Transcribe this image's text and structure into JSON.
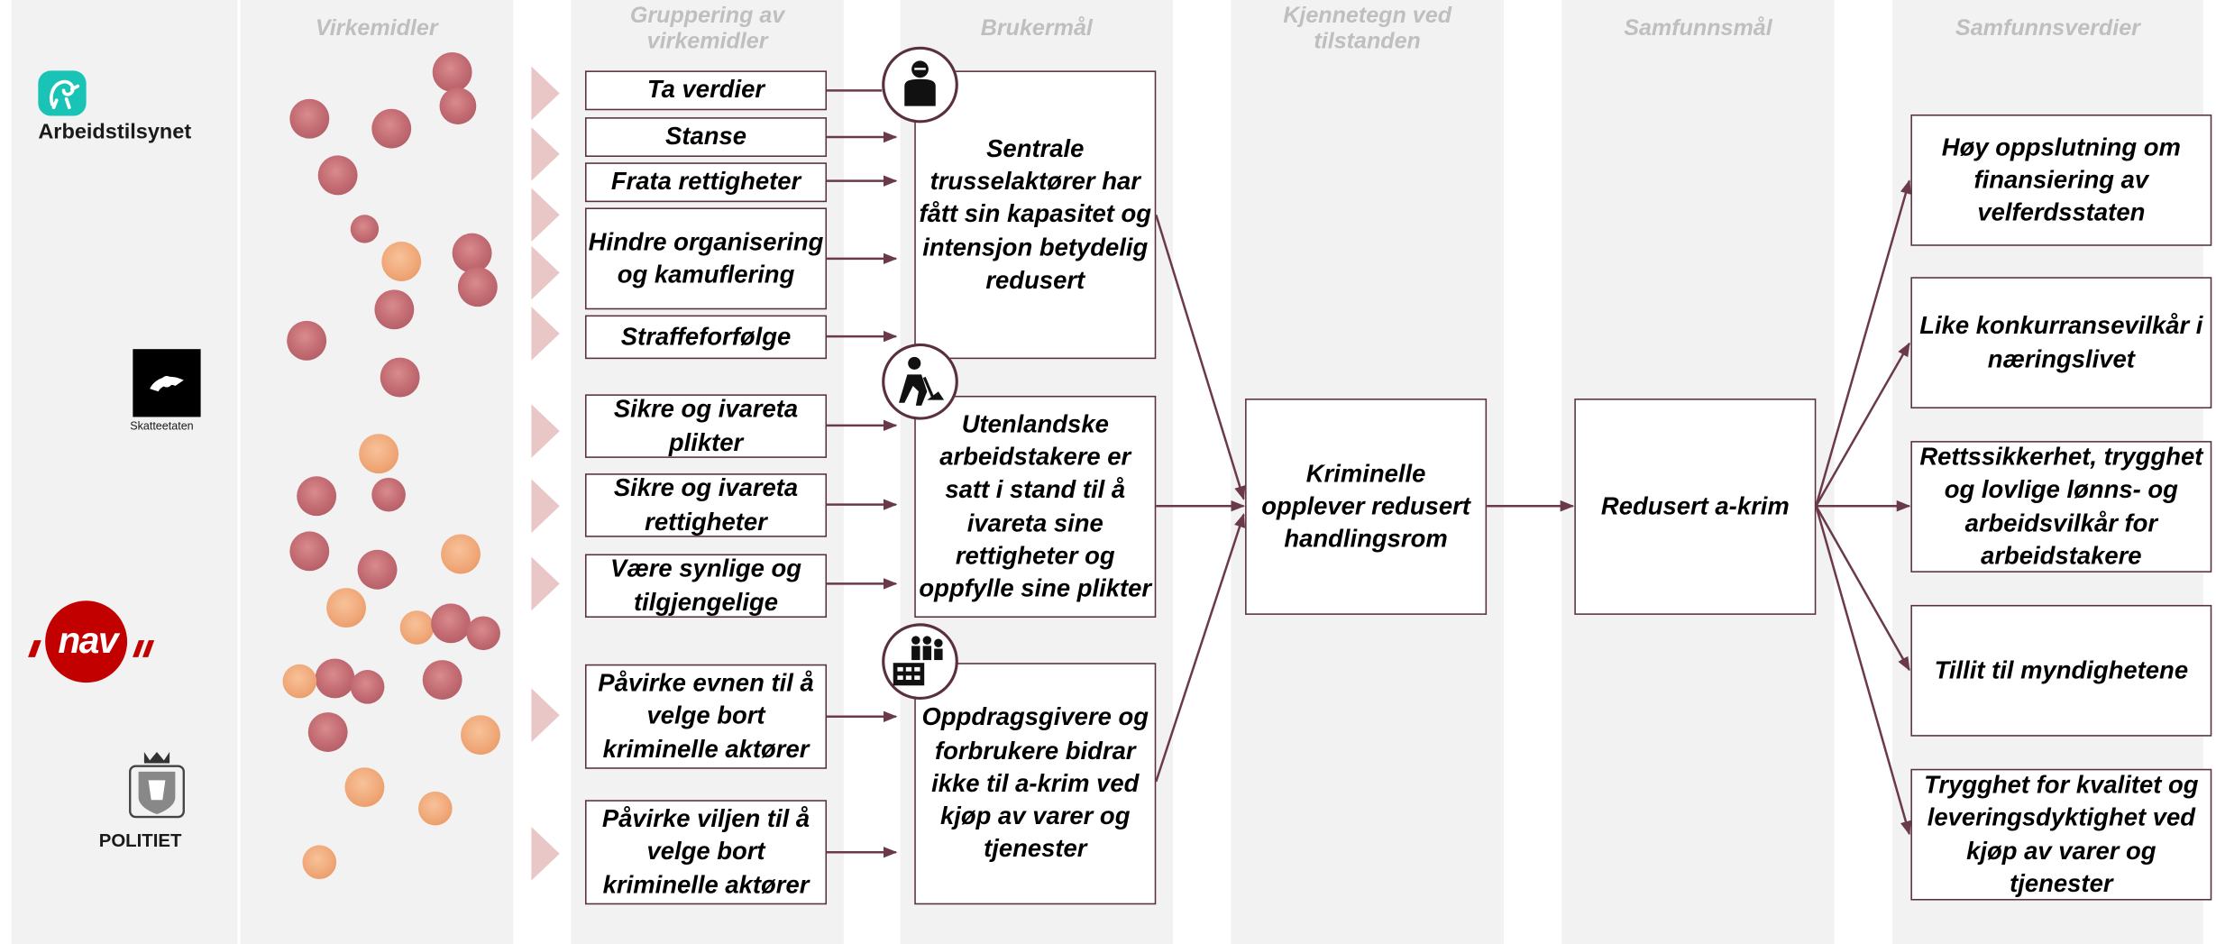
{
  "columns": {
    "virkemidler": "Virkemidler",
    "gruppering": "Gruppering av virkemidler",
    "brukermal": "Brukermål",
    "kjennetegn": "Kjennetegn ved tilstanden",
    "samfunnsmal": "Samfunnsmål",
    "samfunnsverdier": "Samfunnsverdier"
  },
  "logos": {
    "arbeidstilsynet": "Arbeidstilsynet",
    "skatteetaten": "Skatteetaten",
    "nav": "nav",
    "politiet": "POLITIET"
  },
  "groups": [
    "Ta verdier",
    "Stanse",
    "Frata rettigheter",
    "Hindre organisering og kamuflering",
    "Straffeforfølge",
    "Sikre og ivareta plikter",
    "Sikre og ivareta rettigheter",
    "Være synlige og tilgjengelige",
    "Påvirke evnen til å velge bort kriminelle aktører",
    "Påvirke viljen til å velge bort kriminelle aktører"
  ],
  "brukermal": [
    "Sentrale trusselaktører har fått sin kapasitet og intensjon betydelig redusert",
    "Utenlandske arbeidstakere er satt i stand til å ivareta sine rettigheter og oppfylle sine plikter",
    "Oppdragsgivere og forbrukere bidrar ikke til a-krim ved kjøp av varer og tjenester"
  ],
  "kjennetegn": "Kriminelle opplever redusert handlingsrom",
  "samfunnsmal": "Redusert a-krim",
  "samfunnsverdier": [
    "Høy oppslutning om finansiering av velferdsstaten",
    "Like konkurransevilkår i næringslivet",
    "Rettssikkerhet, trygghet og lovlige lønns- og arbeidsvilkår for arbeidstakere",
    "Tillit til myndighetene",
    "Trygghet for kvalitet og leveringsdyktighet ved kjøp av varer og tjenester"
  ],
  "colors": {
    "column_bg": "#f2f2f2",
    "header_text": "#bfbfbf",
    "arrow": "#6b3a4a",
    "dot_red": "#c26b72",
    "dot_orange": "#f0a878",
    "chevron": "#e9c7c7",
    "arbeidstilsynet_teal": "#19c3b5",
    "nav_red": "#c30000"
  },
  "icons": [
    "person-icon",
    "worker-icon",
    "group-building-icon"
  ]
}
